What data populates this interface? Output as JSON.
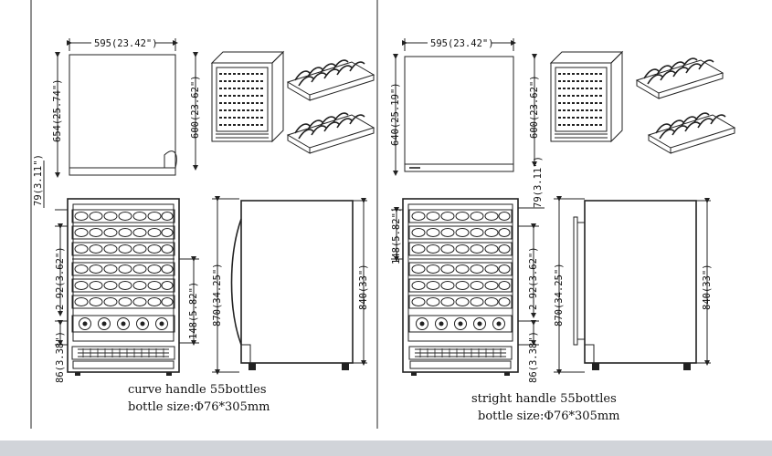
{
  "colors": {
    "line": "#222222",
    "background": "#ffffff",
    "footer_bar": "#d1d4d9"
  },
  "left_panel": {
    "top_width": "595(23.42\")",
    "door_height": "654(25.74\")",
    "body_height": "600(23.62\")",
    "kick_height": "79(3.11\")",
    "shelf_pitch": "2-92(3.62\")",
    "zone_gap": "148(5.82\")",
    "bottom_row": "86(3.38\")",
    "total_height": "870(34.25\")",
    "cabinet_height": "840(33\")",
    "caption_line1": "curve handle 55bottles",
    "caption_line2": "bottle size:Φ76*305mm"
  },
  "right_panel": {
    "top_width": "595(23.42\")",
    "door_height": "640(25.19\")",
    "body_height": "600(23.62\")",
    "kick_height": "79(3.11\")",
    "zone_gap": "148(5.82\")",
    "shelf_pitch": "2-92(3.62\")",
    "bottom_row": "86(3.38\")",
    "total_height": "870(34.25\")",
    "cabinet_height": "840(33\")",
    "caption_line1": "stright handle 55bottles",
    "caption_line2": "bottle size:Φ76*305mm"
  }
}
